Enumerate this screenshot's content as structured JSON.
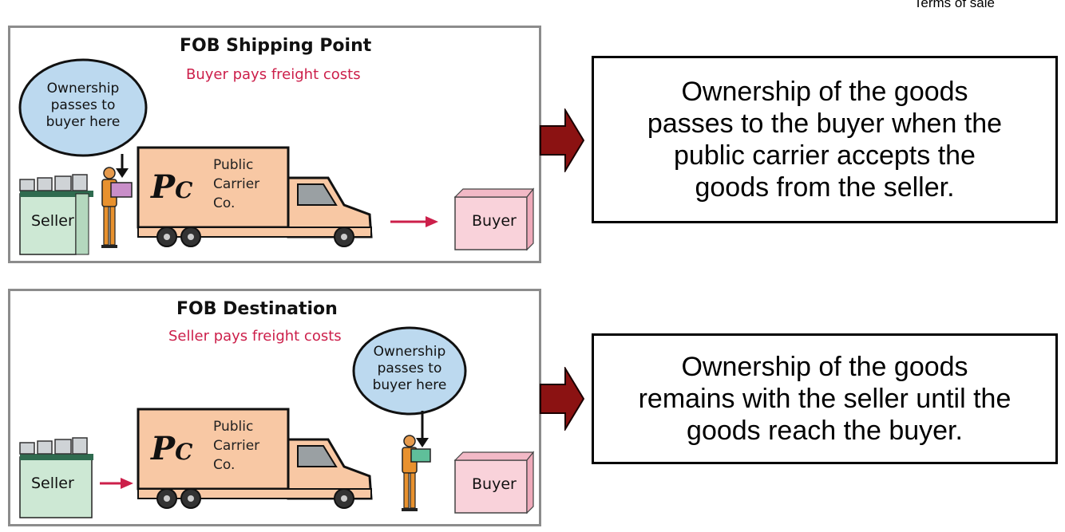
{
  "header": {
    "text": "Terms of sale"
  },
  "panels": [
    {
      "title": "FOB Shipping Point",
      "subtitle": "Buyer pays freight costs",
      "bubble_lines": [
        "Ownership",
        "passes to",
        "buyer here"
      ],
      "seller_label": "Seller",
      "buyer_label": "Buyer",
      "truck_label_lines": [
        "Public",
        "Carrier",
        "Co."
      ],
      "logo_main": "P",
      "logo_sub": "C",
      "explanation_lines": [
        "Ownership of the goods",
        "passes to the buyer when the",
        "public carrier accepts the",
        "goods from the seller."
      ]
    },
    {
      "title": "FOB Destination",
      "subtitle": "Seller pays freight costs",
      "bubble_lines": [
        "Ownership",
        "passes to",
        "buyer here"
      ],
      "seller_label": "Seller",
      "buyer_label": "Buyer",
      "truck_label_lines": [
        "Public",
        "Carrier",
        "Co."
      ],
      "logo_main": "P",
      "logo_sub": "C",
      "explanation_lines": [
        "Ownership of the goods",
        "remains with the seller until the",
        "goods reach the buyer."
      ]
    }
  ],
  "colors": {
    "accent_red": "#cc1f4a",
    "truck_peach": "#f8c8a4",
    "seller_green": "#cde8d4",
    "buyer_pink": "#f9d2da",
    "bubble_blue": "#bcd9ef",
    "arrow_maroon": "#8b1212",
    "panel_border": "#8c8c8c"
  }
}
